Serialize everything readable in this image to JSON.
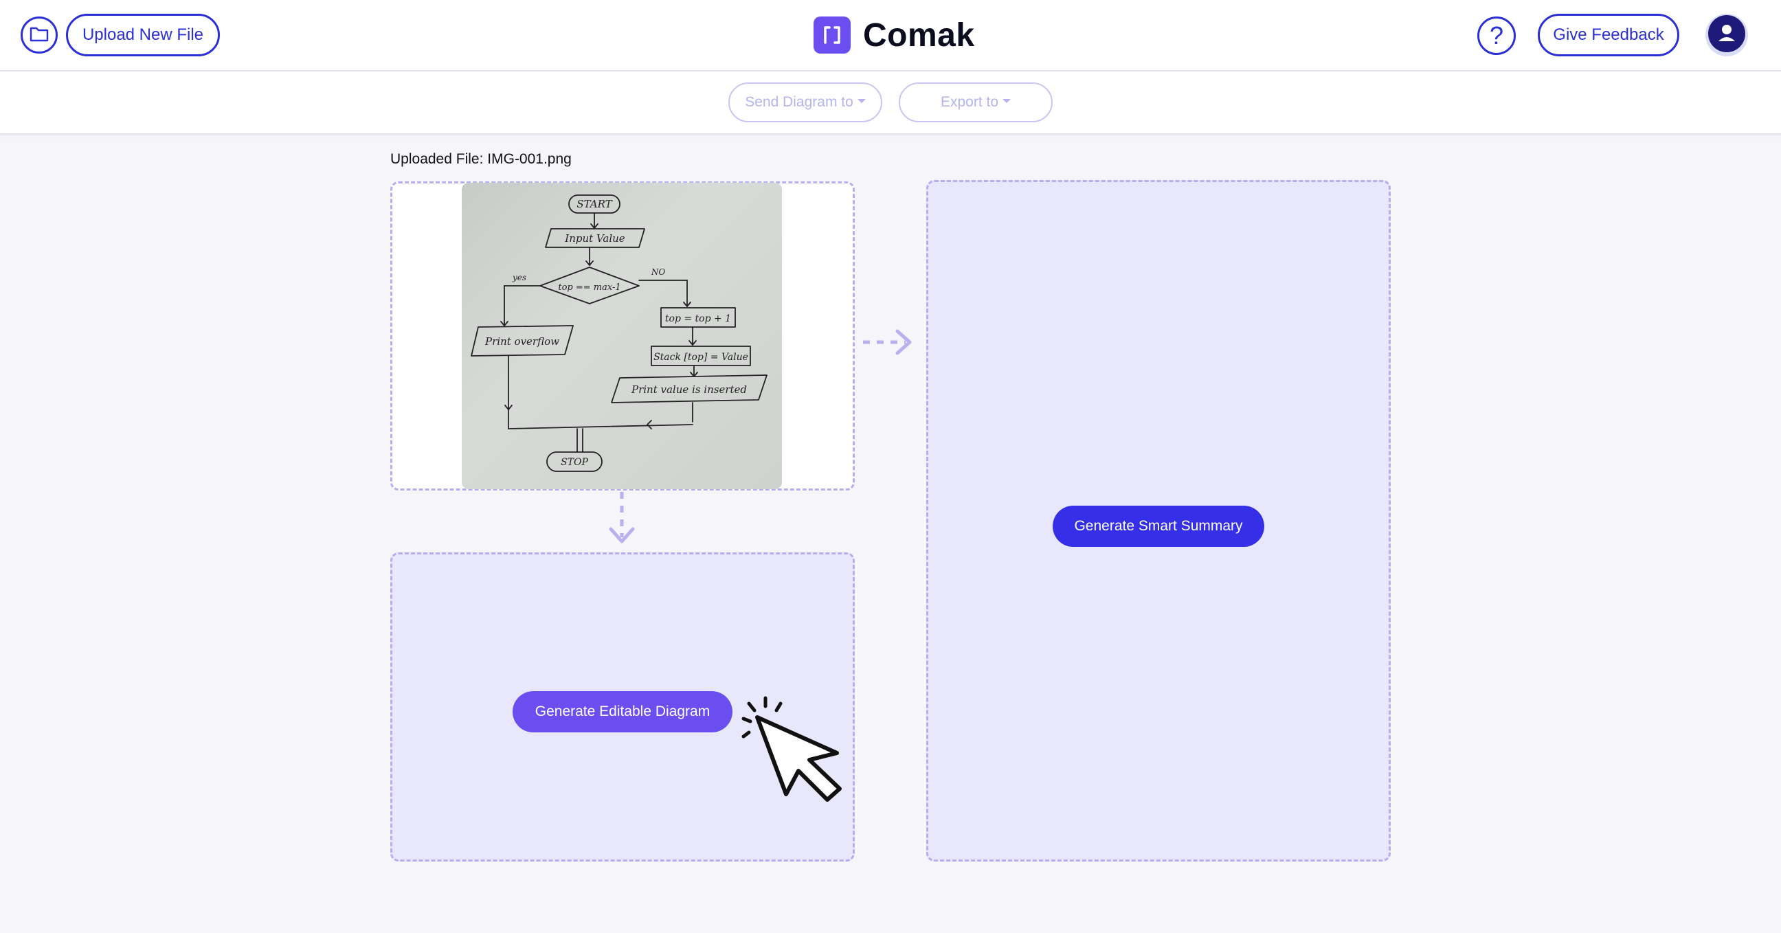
{
  "header": {
    "brand_name": "Comak",
    "upload_label": "Upload New File",
    "help_label": "?",
    "feedback_label": "Give Feedback",
    "icons": {
      "folder": "folder-icon",
      "help": "question-icon",
      "avatar": "user-icon",
      "logo": "comak-logo-icon"
    }
  },
  "toolbar": {
    "send_label": "Send Diagram to",
    "export_label": "Export to"
  },
  "main": {
    "file_label": "Uploaded File: IMG-001.png",
    "generate_diagram_label": "Generate Editable Diagram",
    "generate_summary_label": "Generate Smart Summary"
  },
  "flowchart": {
    "start": "START",
    "input": "Input  Value",
    "decision": "top == max-1",
    "yes": "yes",
    "no": "NO",
    "overflow": "Print overflow",
    "increment": "top = top + 1",
    "assign": "Stack [top] = Value",
    "print": "Print value is inserted",
    "stop": "STOP"
  },
  "colors": {
    "primary": "#2b2fd6",
    "accent": "#6b4ef0",
    "summary_button": "#3530e8",
    "panel_fill": "#e9e7fb",
    "dashed_border": "#b7aef0"
  }
}
